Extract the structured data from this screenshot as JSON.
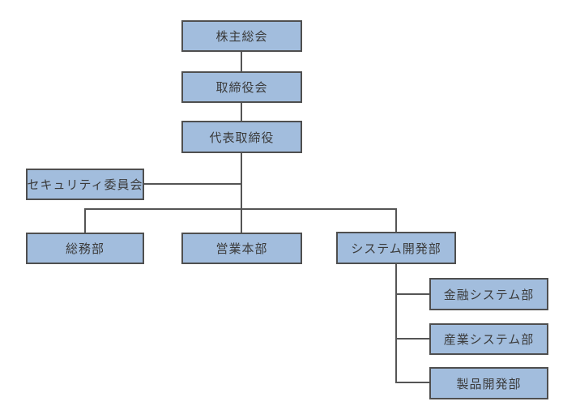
{
  "diagram": {
    "type": "org-chart",
    "language": "ja",
    "nodes": [
      {
        "id": "shareholders-meeting",
        "label": "株主総会"
      },
      {
        "id": "board-of-directors",
        "label": "取締役会"
      },
      {
        "id": "representative-director",
        "label": "代表取締役"
      },
      {
        "id": "security-committee",
        "label": "セキュリティ委員会"
      },
      {
        "id": "general-affairs-dept",
        "label": "総務部"
      },
      {
        "id": "sales-headquarters",
        "label": "営業本部"
      },
      {
        "id": "system-development-dept",
        "label": "システム開発部"
      },
      {
        "id": "financial-systems-dept",
        "label": "金融システム部"
      },
      {
        "id": "industrial-systems-dept",
        "label": "産業システム部"
      },
      {
        "id": "product-development-dept",
        "label": "製品開発部"
      }
    ],
    "edges": [
      {
        "from": "shareholders-meeting",
        "to": "board-of-directors"
      },
      {
        "from": "board-of-directors",
        "to": "representative-director"
      },
      {
        "from": "representative-director",
        "to": "security-committee"
      },
      {
        "from": "representative-director",
        "to": "general-affairs-dept"
      },
      {
        "from": "representative-director",
        "to": "sales-headquarters"
      },
      {
        "from": "representative-director",
        "to": "system-development-dept"
      },
      {
        "from": "system-development-dept",
        "to": "financial-systems-dept"
      },
      {
        "from": "system-development-dept",
        "to": "industrial-systems-dept"
      },
      {
        "from": "system-development-dept",
        "to": "product-development-dept"
      }
    ],
    "colors": {
      "node_fill": "#a2bddd",
      "node_border": "#4f4f4f",
      "connector": "#555555",
      "text": "#3b3b3b",
      "background": "#ffffff"
    }
  }
}
